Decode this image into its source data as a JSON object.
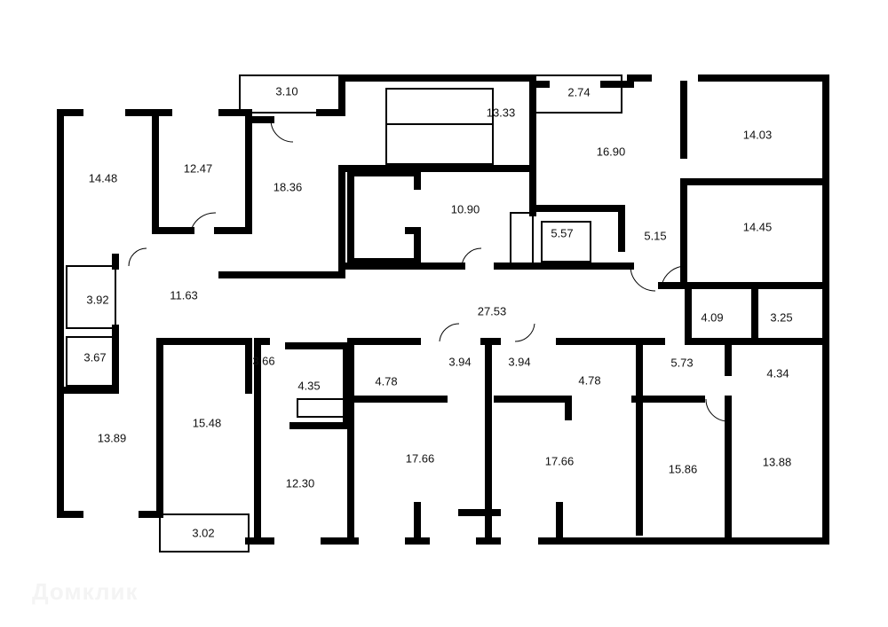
{
  "watermark": "Домклик",
  "colors": {
    "wall": "#000000",
    "background": "#ffffff"
  },
  "rooms": [
    "14.48",
    "12.47",
    "3.10",
    "18.36",
    "13.33",
    "10.90",
    "2.74",
    "16.90",
    "14.03",
    "5.57",
    "5.15",
    "14.45",
    "3.92",
    "11.63",
    "3.67",
    "27.53",
    "4.09",
    "3.25",
    "3.66",
    "4.35",
    "4.78",
    "3.94",
    "3.94",
    "4.78",
    "5.73",
    "4.34",
    "13.89",
    "15.48",
    "12.30",
    "17.66",
    "17.66",
    "15.86",
    "13.88",
    "3.02"
  ]
}
